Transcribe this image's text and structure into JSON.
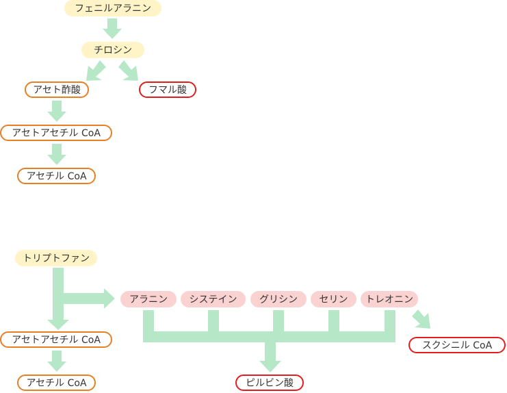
{
  "colors": {
    "arrow": "#b6e8c8",
    "source_fill": "#fff4c8",
    "amino_fill": "#fbd2d2",
    "orange_border": "#e87f25",
    "red_border": "#e11d1d"
  },
  "nodes": {
    "phenylalanine": "フェニルアラニン",
    "tyrosine": "チロシン",
    "acetoacetate": "アセト酢酸",
    "fumarate": "フマル酸",
    "acetoacetyl_coa_top": "アセトアセチル CoA",
    "acetyl_coa_top": "アセチル CoA",
    "tryptophan": "トリプトファン",
    "acetoacetyl_coa_bottom": "アセトアセチル CoA",
    "acetyl_coa_bottom": "アセチル CoA",
    "alanine": "アラニン",
    "cysteine": "システイン",
    "glycine": "グリシン",
    "serine": "セリン",
    "threonine": "トレオニン",
    "succinyl_coa": "スクシニル CoA",
    "pyruvate": "ピルビン酸"
  }
}
